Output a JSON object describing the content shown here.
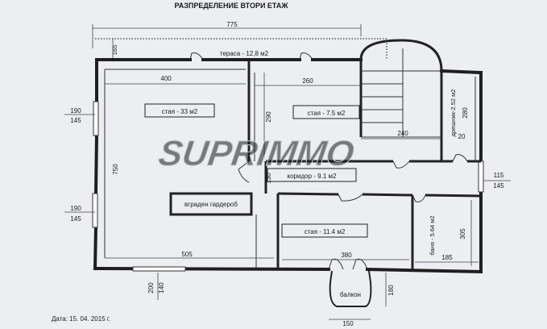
{
  "title": "РАЗПРЕДЕЛЕНИЕ ВТОРИ ЕТАЖ",
  "date": "Дата: 15. 04. 2015 г.",
  "watermark": "SUPRIMMO",
  "rooms": {
    "terrace": "тераса - 12,8 м2",
    "room33": "стая - 33 м2",
    "room75": "стая - 7.5 м2",
    "corridor": "коридор - 9.1 м2",
    "wardrobe": "вграден гардероб",
    "room114": "стая - 11.4 м2",
    "dressing": "дрешник-2.52 м2",
    "bath": "баня - 5.64 м2",
    "balcony": "балкон"
  },
  "dims": {
    "d775": "775",
    "d165": "165",
    "d400": "400",
    "d260": "260",
    "d190a": "190",
    "d145a": "145",
    "d290": "290",
    "d750": "750",
    "d240": "240",
    "d280": "280",
    "d20": "20",
    "d130": "130",
    "d115": "115",
    "d145r": "145",
    "d190b": "190",
    "d145b": "145",
    "d305": "305",
    "d505": "505",
    "d380": "380",
    "d185": "185",
    "d200": "200",
    "d140": "140",
    "d180": "180",
    "d150": "150"
  }
}
